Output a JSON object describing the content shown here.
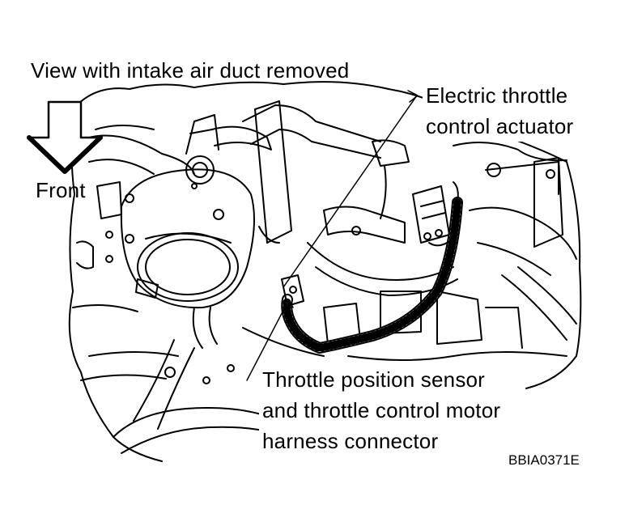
{
  "figure": {
    "view_caption": "View with intake air duct removed",
    "front_label": "Front",
    "callouts": {
      "actuator": [
        "Electric throttle",
        "control actuator"
      ],
      "connector": [
        "Throttle position sensor",
        "and throttle control motor",
        "harness connector"
      ]
    },
    "figure_code": "BBIA0371E"
  },
  "colors": {
    "ink": "#000000",
    "paper": "#ffffff"
  }
}
